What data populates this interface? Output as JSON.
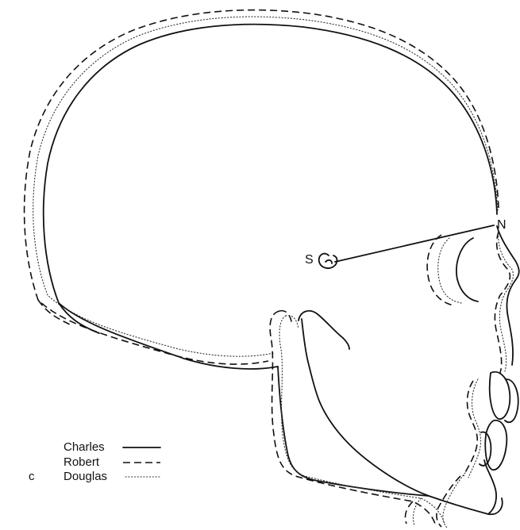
{
  "landmarks": {
    "sella": "S",
    "nasion": "N"
  },
  "panel_label": "c",
  "legend": {
    "items": [
      {
        "name": "Charles",
        "style": "solid"
      },
      {
        "name": "Robert",
        "style": "dashed"
      },
      {
        "name": "Douglas",
        "style": "dotted"
      }
    ]
  }
}
